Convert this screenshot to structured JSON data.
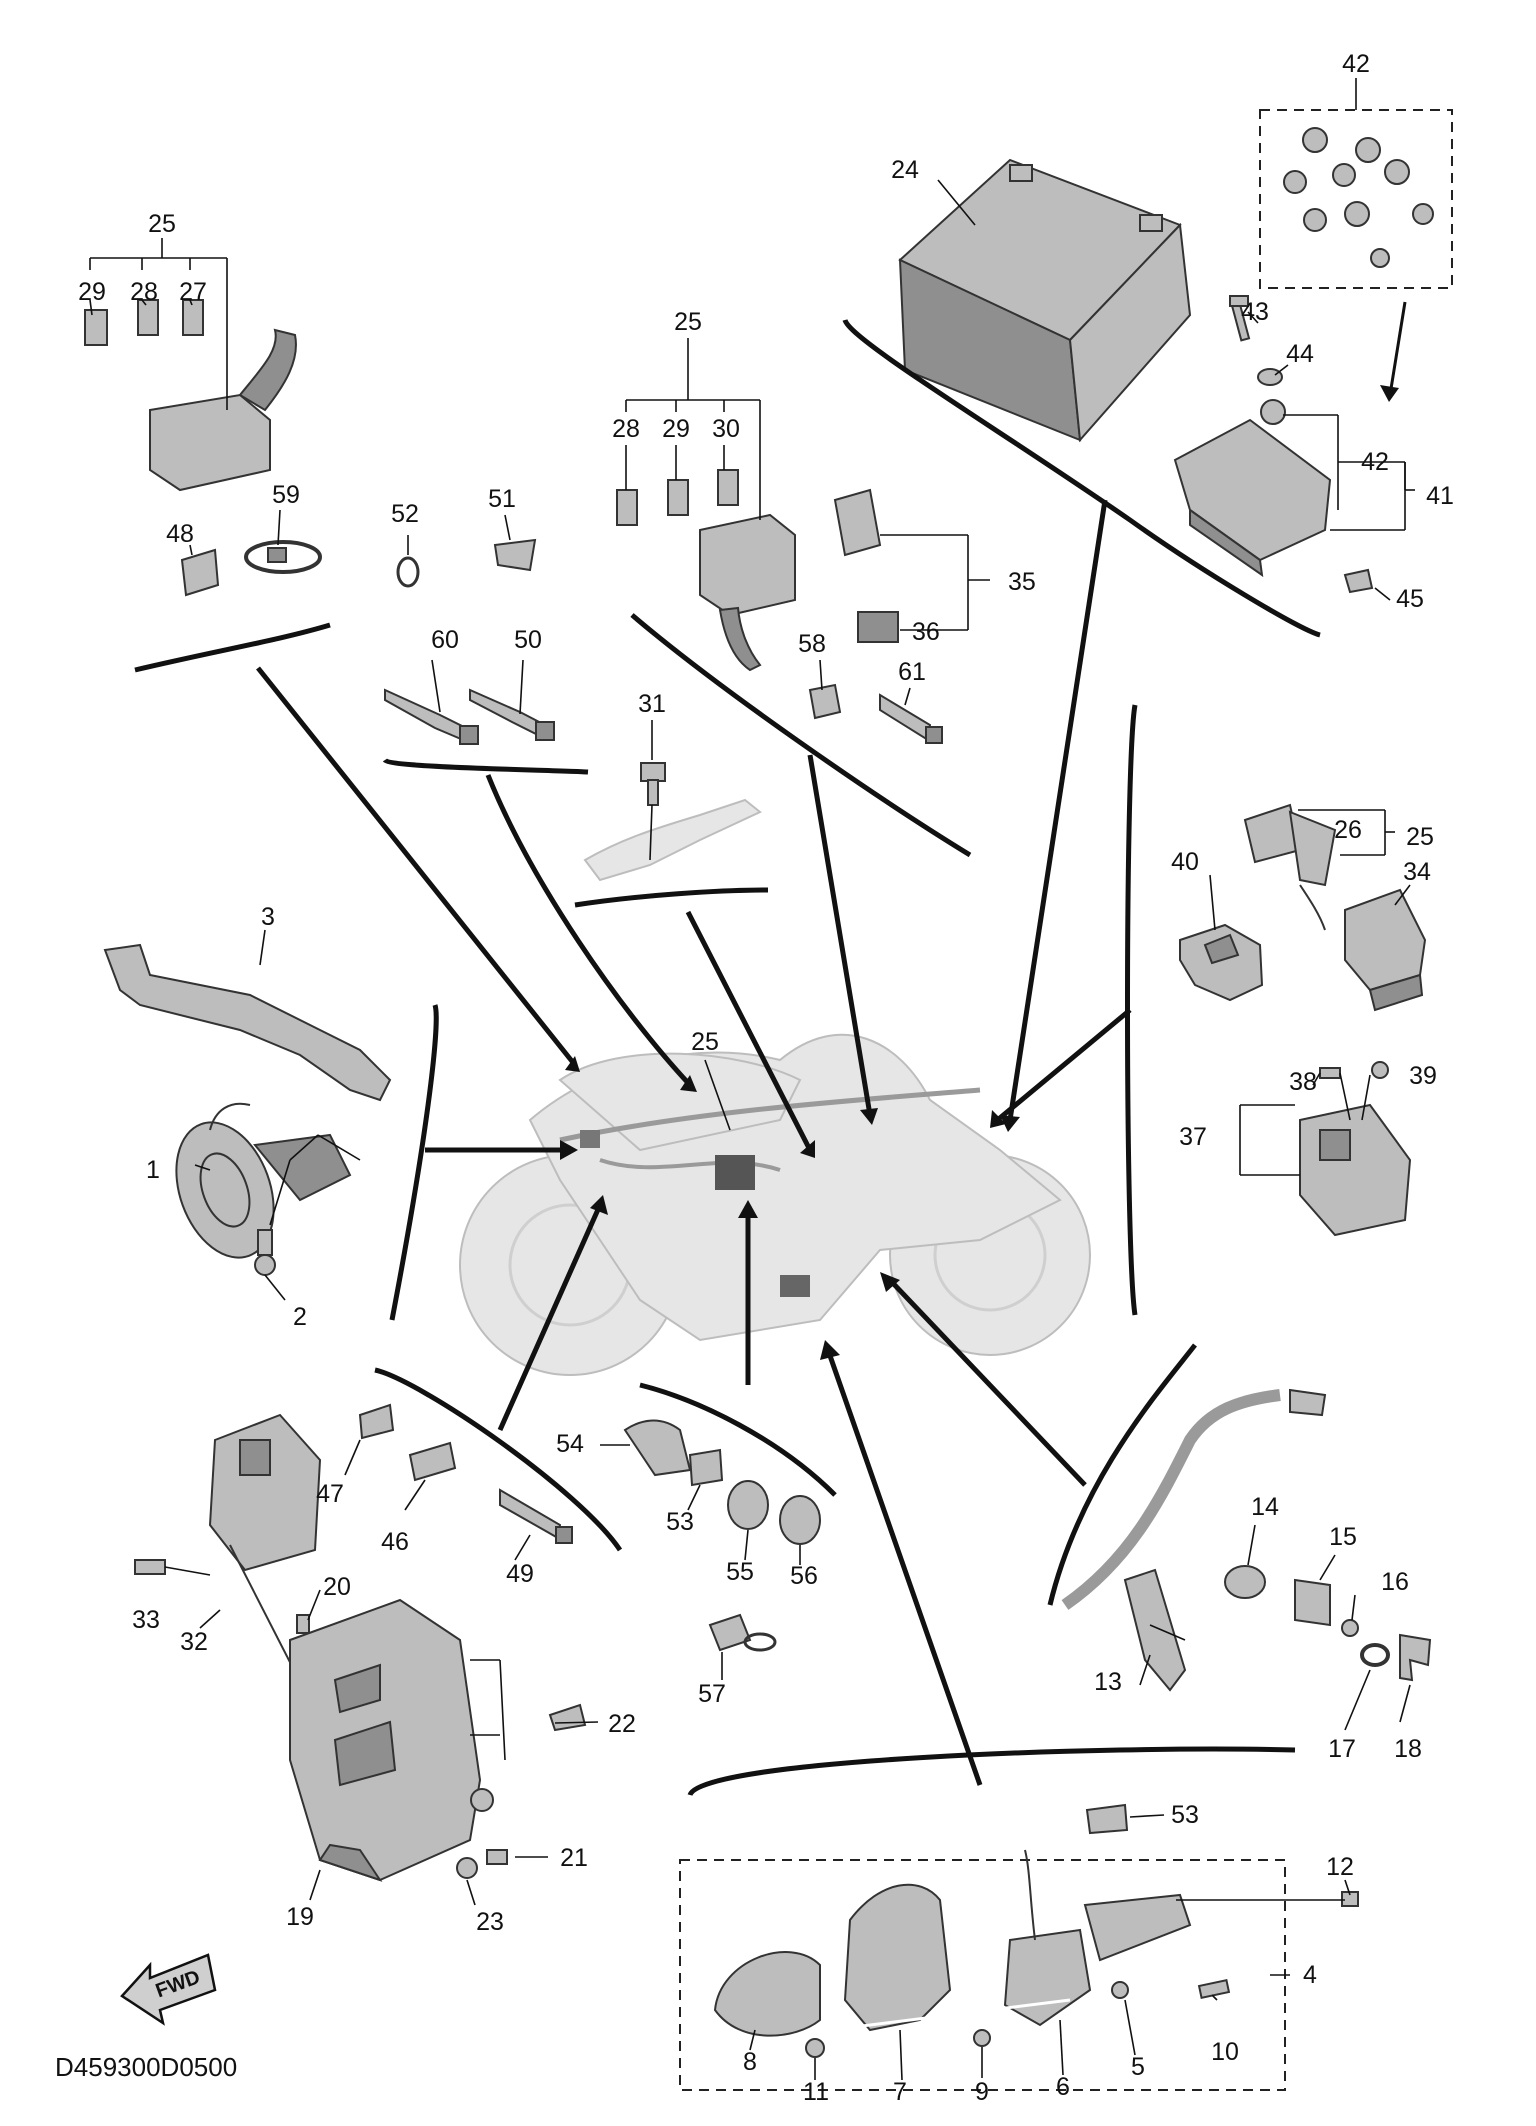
{
  "diagram_code": "D459300D0500",
  "fwd_badge": "FWD",
  "labels": {
    "p1": "1",
    "p2": "2",
    "p3": "3",
    "p4": "4",
    "p5": "5",
    "p6": "6",
    "p7": "7",
    "p8": "8",
    "p9": "9",
    "p10": "10",
    "p11": "11",
    "p12": "12",
    "p13": "13",
    "p14": "14",
    "p15": "15",
    "p16": "16",
    "p17": "17",
    "p18": "18",
    "p19": "19",
    "p20": "20",
    "p21": "21",
    "p22": "22",
    "p23": "23",
    "p24": "24",
    "p25a": "25",
    "p25b": "25",
    "p25c": "25",
    "p25d": "25",
    "p26": "26",
    "p27": "27",
    "p28a": "28",
    "p28b": "28",
    "p29a": "29",
    "p29b": "29",
    "p30": "30",
    "p31": "31",
    "p32": "32",
    "p33": "33",
    "p34": "34",
    "p35": "35",
    "p36": "36",
    "p37": "37",
    "p38": "38",
    "p39": "39",
    "p40": "40",
    "p41": "41",
    "p42a": "42",
    "p42b": "42",
    "p43": "43",
    "p44": "44",
    "p45": "45",
    "p46": "46",
    "p47": "47",
    "p48": "48",
    "p49": "49",
    "p50": "50",
    "p51": "51",
    "p52": "52",
    "p53a": "53",
    "p53b": "53",
    "p54": "54",
    "p55": "55",
    "p56": "56",
    "p57": "57",
    "p58": "58",
    "p59": "59",
    "p60": "60",
    "p61": "61"
  },
  "colors": {
    "line": "#111111",
    "part": "#bdbdbd",
    "part_dark": "#8f8f8f",
    "ghost": "#e6e6e6"
  }
}
